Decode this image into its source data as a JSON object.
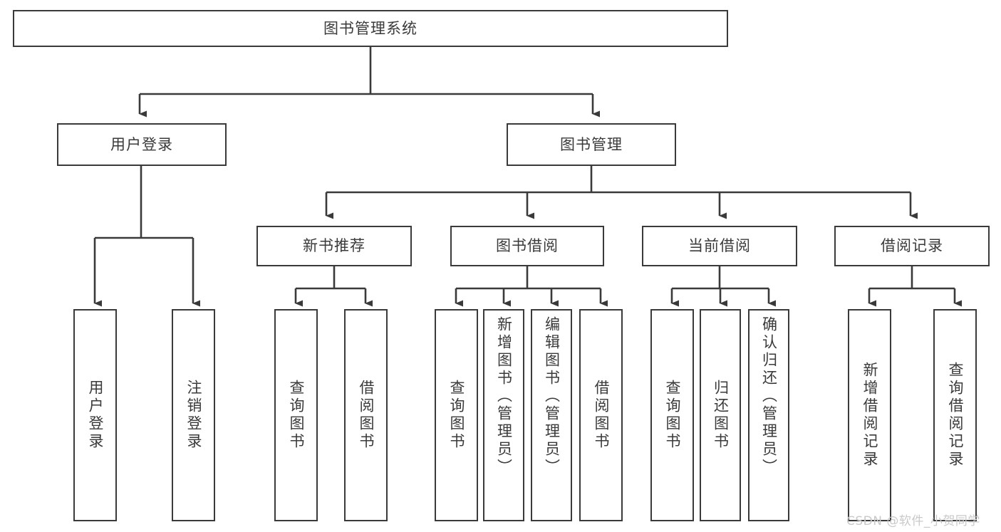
{
  "diagram": {
    "title_text": "图书管理系统",
    "type": "tree-hierarchy-chart",
    "background_color": "#ffffff",
    "line_color": "#3a3a3a",
    "text_color": "#3a3a3a"
  },
  "nodes": {
    "root": {
      "label": "图书管理系统"
    },
    "level2": [
      {
        "id": "user-login",
        "label": "用户登录"
      },
      {
        "id": "book-management",
        "label": "图书管理"
      }
    ],
    "level3": [
      {
        "id": "new-book-recommend",
        "label": "新书推荐"
      },
      {
        "id": "book-borrow",
        "label": "图书借阅"
      },
      {
        "id": "current-borrow",
        "label": "当前借阅"
      },
      {
        "id": "borrow-record",
        "label": "借阅记录"
      }
    ],
    "leaves": {
      "user_login": [
        {
          "id": "leaf-user-login",
          "label": "用户登录"
        },
        {
          "id": "leaf-logout-login",
          "label": "注销登录"
        }
      ],
      "new_book_recommend": [
        {
          "id": "leaf-query-book-1",
          "label": "查询图书"
        },
        {
          "id": "leaf-borrow-book-1",
          "label": "借阅图书"
        }
      ],
      "book_borrow": [
        {
          "id": "leaf-query-book-2",
          "label": "查询图书"
        },
        {
          "id": "leaf-add-book",
          "label": "新增图书（管理员）"
        },
        {
          "id": "leaf-edit-book",
          "label": "编辑图书（管理员）"
        },
        {
          "id": "leaf-borrow-book-2",
          "label": "借阅图书"
        }
      ],
      "current_borrow": [
        {
          "id": "leaf-query-book-3",
          "label": "查询图书"
        },
        {
          "id": "leaf-return-book",
          "label": "归还图书"
        },
        {
          "id": "leaf-confirm-return",
          "label": "确认归还（管理员）"
        }
      ],
      "borrow_record": [
        {
          "id": "leaf-add-record",
          "label": "新增借阅记录"
        },
        {
          "id": "leaf-query-record",
          "label": "查询借阅记录"
        }
      ]
    }
  },
  "watermark": {
    "text": "CSDN @软件_小贺同学",
    "color": "#c9c9c9"
  }
}
